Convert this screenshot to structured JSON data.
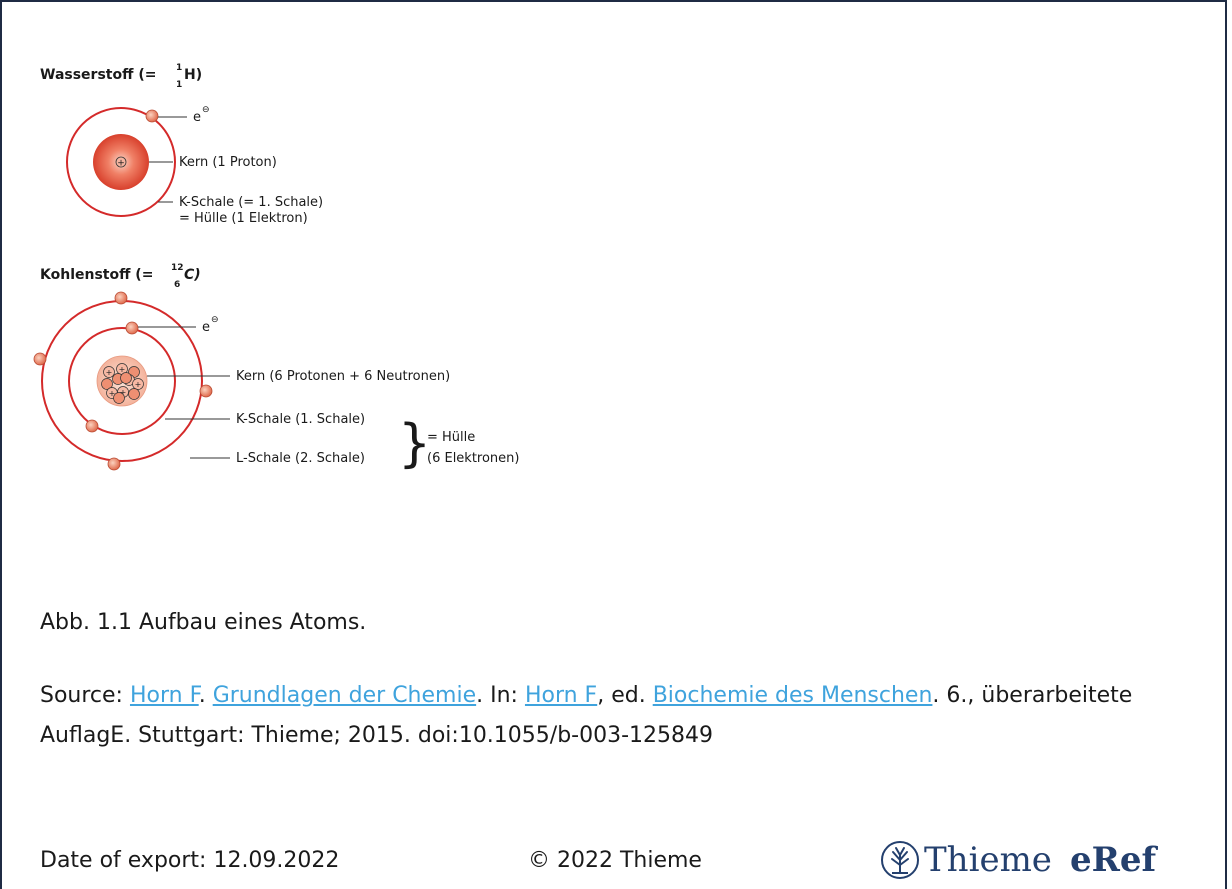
{
  "hydrogen": {
    "title": "Wasserstoff (= ",
    "symbol_mass": "1",
    "symbol_number": "1",
    "symbol": "H)",
    "electron_label": "e",
    "electron_sup": "⊖",
    "nucleus_charge": "+",
    "nucleus_label": "Kern (1 Proton)",
    "shell_label_1": "K-Schale (= 1. Schale)",
    "shell_label_2": "= Hülle (1 Elektron)"
  },
  "carbon": {
    "title": "Kohlenstoff (= ",
    "symbol_mass": "12",
    "symbol_number": "6",
    "symbol": "C)",
    "electron_label": "e",
    "electron_sup": "⊖",
    "nucleus_charge": "+",
    "nucleus_label": "Kern (6 Protonen + 6 Neutronen)",
    "k_shell_label": "K-Schale (1. Schale)",
    "l_shell_label": "L-Schale (2. Schale)",
    "brace": "}",
    "shell_group_1": "= Hülle",
    "shell_group_2": "(6 Elektronen)"
  },
  "caption": "Abb. 1.1 Aufbau eines Atoms.",
  "source": {
    "prefix": "Source: ",
    "author1": "Horn F",
    "sep1": ". ",
    "chapter": "Grundlagen der Chemie",
    "sep2": ". In: ",
    "author2": "Horn F",
    "sep3": ", ed. ",
    "book": "Biochemie des Menschen",
    "rest": ".  6., überarbeitete AuflagE. Stuttgart: Thieme; 2015.  doi:10.1055/b-003-125849"
  },
  "footer": {
    "export_date": "Date of export: 12.09.2022",
    "copyright": "© 2022 Thieme",
    "logo_name": "Thieme",
    "logo_product": "eRef"
  },
  "colors": {
    "shell": "#d42a2a",
    "electron": "#e57a5c",
    "nucleus": "#e8503c",
    "link": "#3fa3dd",
    "brand": "#24406e"
  }
}
